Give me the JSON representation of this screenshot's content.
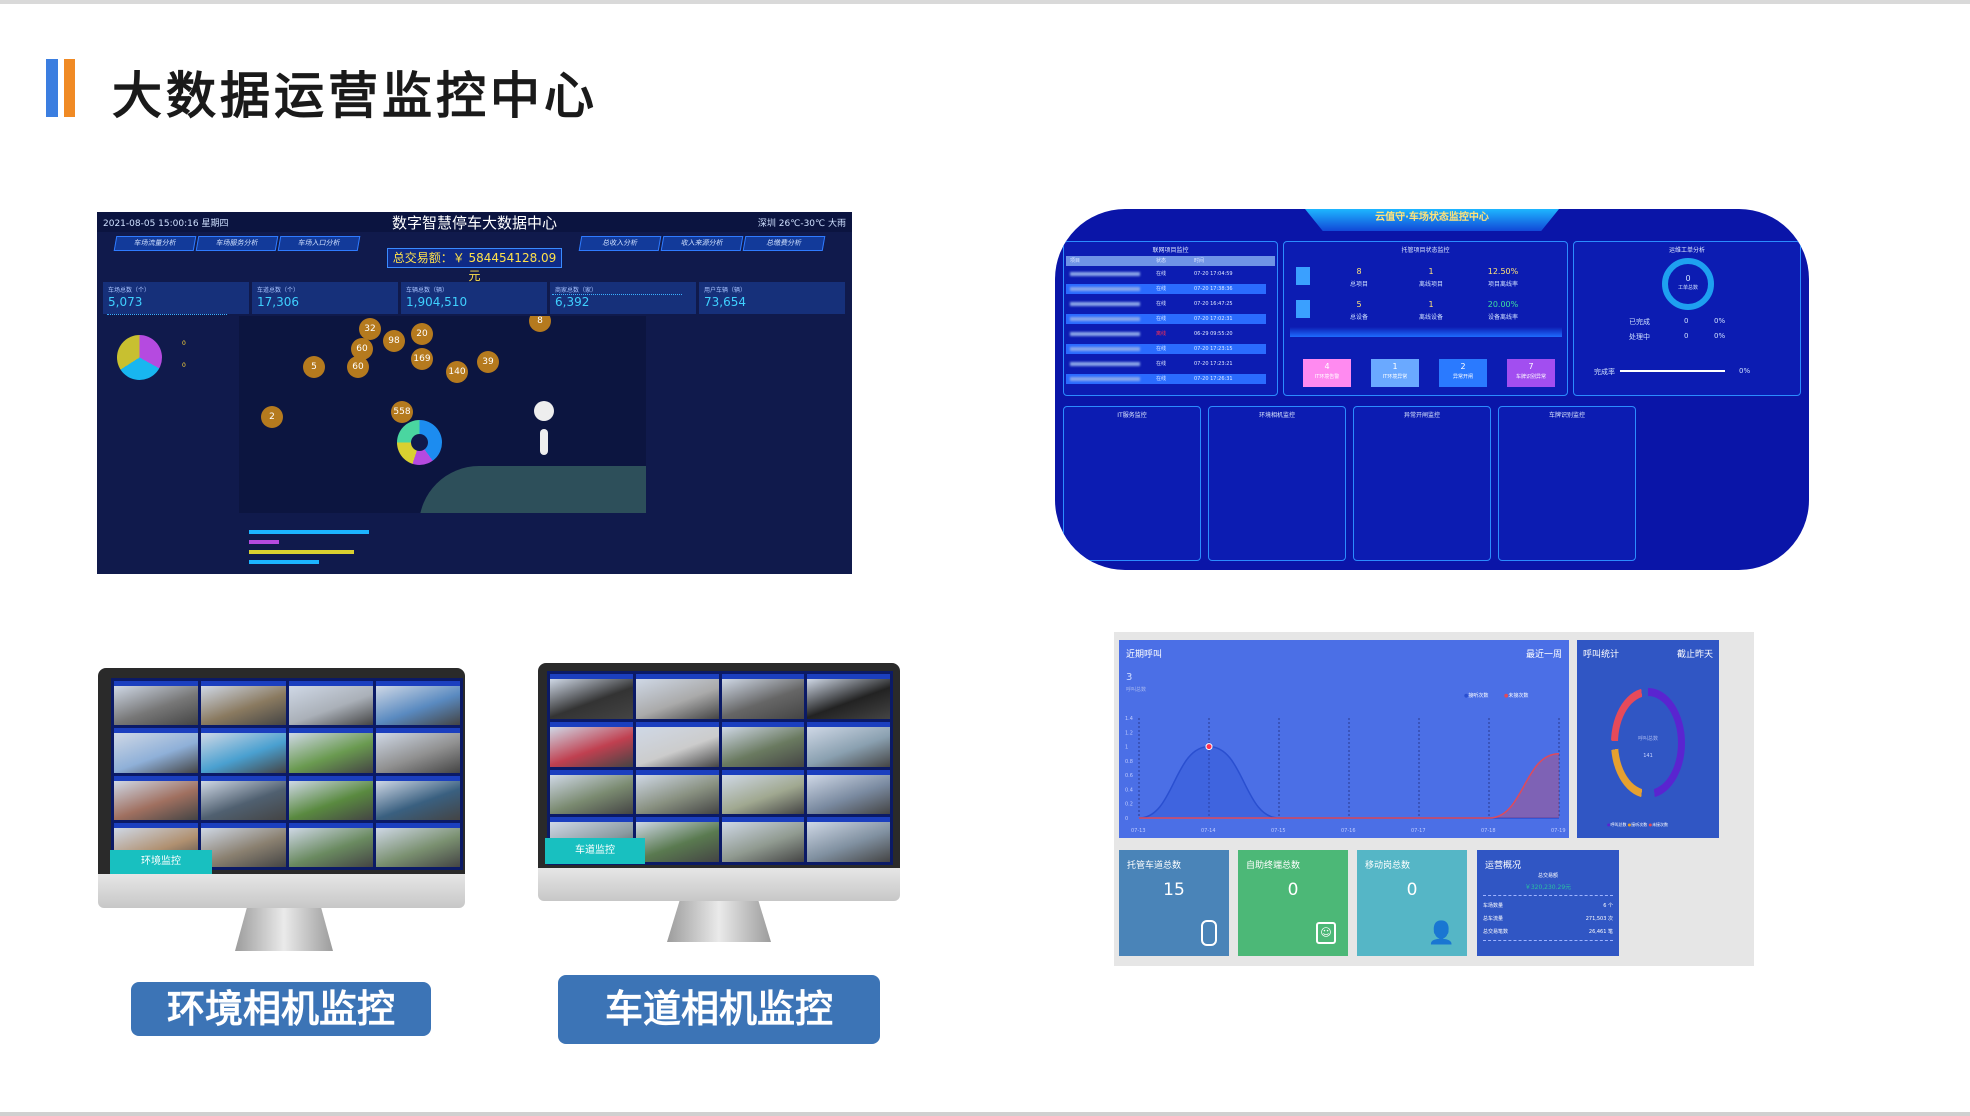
{
  "page": {
    "title": "大数据运营监控中心",
    "accent_colors": [
      "#3b7ee0",
      "#f08a24"
    ]
  },
  "dashboard1": {
    "datetime": "2021-08-05 15:00:16 星期四",
    "title": "数字智慧停车大数据中心",
    "weather": "深圳 26℃-30℃ 大雨",
    "nav_left": [
      "车场流量分析",
      "车场服务分析",
      "车场入口分析"
    ],
    "nav_right": [
      "总收入分析",
      "收入来源分析",
      "总缴费分析"
    ],
    "total": "总交易额：￥ 584454128.09 元",
    "stats": [
      {
        "label": "车场总数（个）",
        "value": "5,073"
      },
      {
        "label": "车道总数（个）",
        "value": "17,306"
      },
      {
        "label": "车辆总数（辆）",
        "value": "1,904,510"
      },
      {
        "label": "商家总数（家）",
        "value": "6,392"
      },
      {
        "label": "用户车辆（辆）",
        "value": "73,654"
      }
    ],
    "map_clusters": [
      "32",
      "98",
      "20",
      "60",
      "169",
      "5",
      "60",
      "140",
      "39",
      "8",
      "2",
      "558"
    ],
    "zero_a": "0",
    "zero_b": "0"
  },
  "dashboard2": {
    "title": "云值守·车场状态监控中心",
    "panels": {
      "networked": "联网项目监控",
      "hosted": "托管项目状态监控",
      "workorder": "运维工单分析",
      "it": "IT服务监控",
      "env": "环境相机监控",
      "gate": "异常开闸监控",
      "plate": "车牌识别监控"
    },
    "stats": [
      {
        "value": "8",
        "label": "总项目"
      },
      {
        "value": "1",
        "label": "离线项目"
      },
      {
        "value": "12.50%",
        "label": "项目离线率"
      },
      {
        "value": "5",
        "label": "总设备"
      },
      {
        "value": "1",
        "label": "离线设备"
      },
      {
        "value": "20.00%",
        "label": "设备离线率"
      }
    ],
    "tiles": [
      {
        "value": "4",
        "label": "IT环境告警",
        "color": "#ff8af0"
      },
      {
        "value": "1",
        "label": "IT环境异常",
        "color": "#6aa9ff"
      },
      {
        "value": "2",
        "label": "异常开闸",
        "color": "#2a7aff"
      },
      {
        "value": "7",
        "label": "车牌识别异常",
        "color": "#a24ef0"
      }
    ],
    "workorder": {
      "total": "0",
      "total_label": "工单总数",
      "done_label": "已完成",
      "done": "0",
      "done_pct": "0%",
      "doing_label": "处理中",
      "doing": "0",
      "doing_pct": "0%",
      "rate_label": "完成率",
      "rate": "0%"
    },
    "table_head": [
      "项目",
      "状态",
      "时间"
    ],
    "rows": [
      {
        "status": "在线",
        "time": "07-20 17:04:59"
      },
      {
        "status": "在线",
        "time": "07-20 17:38:36"
      },
      {
        "status": "在线",
        "time": "07-20 16:47:25"
      },
      {
        "status": "在线",
        "time": "07-20 17:02:31"
      },
      {
        "status": "离线",
        "time": "06-29 09:55:20"
      },
      {
        "status": "在线",
        "time": "07-20 17:23:15"
      },
      {
        "status": "在线",
        "time": "07-20 17:23:21"
      },
      {
        "status": "在线",
        "time": "07-20 17:26:31"
      }
    ]
  },
  "monitors": {
    "env_label": "环境监控",
    "lane_label": "车道监控",
    "env_caption": "环境相机监控",
    "lane_caption": "车道相机监控"
  },
  "call_panel": {
    "title": "近期呼叫",
    "range": "最近一周",
    "total": "3",
    "total_label": "呼叫总数",
    "stats_title": "呼叫统计",
    "stats_range": "截止昨天",
    "donut_center_label": "呼叫总数",
    "donut_center_value": "141",
    "donut_legend": [
      "呼叫总数",
      "接听次数",
      "未接次数"
    ],
    "cards": [
      {
        "title": "托管车道总数",
        "value": "15",
        "color": "#4a84b8"
      },
      {
        "title": "自助终端总数",
        "value": "0",
        "color": "#4cb877"
      },
      {
        "title": "移动岗总数",
        "value": "0",
        "color": "#55b6c6"
      }
    ],
    "ops": {
      "title": "运营概况",
      "total_label": "总交易额",
      "total": "￥320,230.29元",
      "rows": [
        {
          "label": "车场数量",
          "value": "6 个"
        },
        {
          "label": "总车流量",
          "value": "271,503 次"
        },
        {
          "label": "总交易笔数",
          "value": "26,461 笔"
        }
      ]
    }
  },
  "chart_data": {
    "type": "line",
    "x": [
      "07-13",
      "07-14",
      "07-15",
      "07-16",
      "07-17",
      "07-18",
      "07-19"
    ],
    "ylim": [
      0,
      1.4
    ],
    "yticks": [
      "0",
      "0.2",
      "0.4",
      "0.6",
      "0.8",
      "1",
      "1.2",
      "1.4"
    ],
    "series": [
      {
        "name": "接听次数",
        "values": [
          0,
          1,
          0,
          0,
          0,
          0,
          0
        ],
        "color": "#2a4fd0"
      },
      {
        "name": "未接次数",
        "values": [
          0,
          0,
          0,
          0,
          0,
          0,
          0.9
        ],
        "color": "#e04a5a"
      }
    ],
    "legend": "top-right",
    "grid": "vertical-dashed"
  }
}
